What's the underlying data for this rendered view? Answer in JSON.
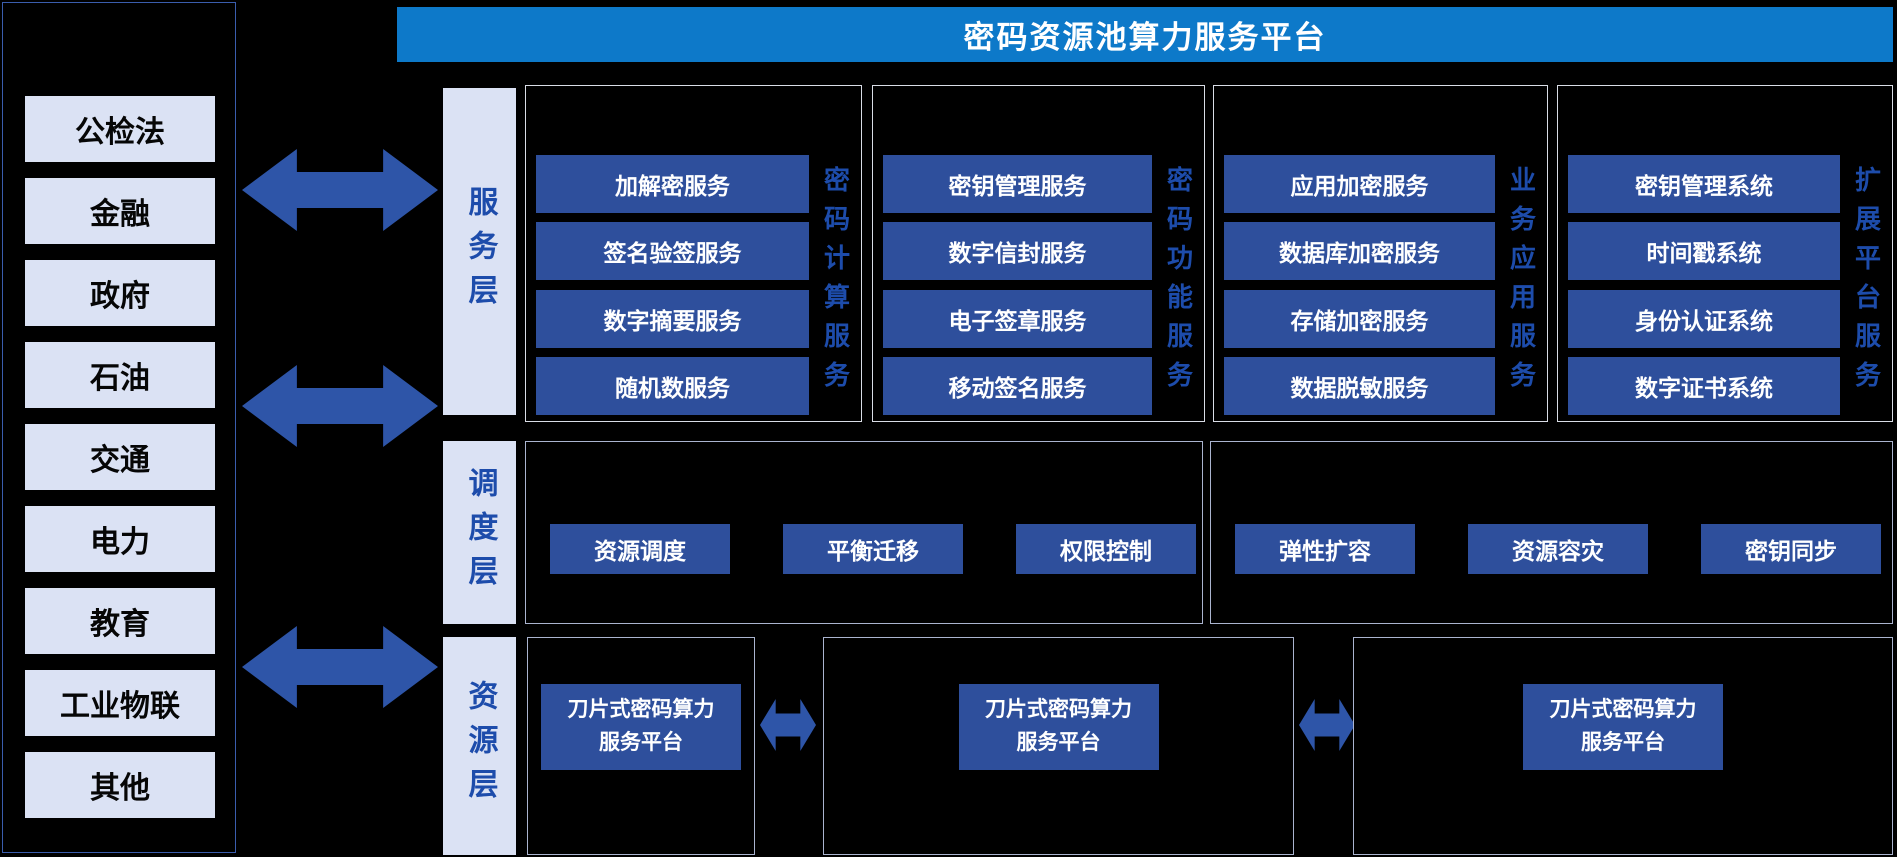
{
  "title": "密码资源池算力服务平台",
  "sidebar": {
    "items": [
      "公检法",
      "金融",
      "政府",
      "石油",
      "交通",
      "电力",
      "教育",
      "工业物联",
      "其他"
    ]
  },
  "service_layer": {
    "label": "服务层",
    "columns": [
      {
        "side_label": "密码计算服务",
        "items": [
          "加解密服务",
          "签名验签服务",
          "数字摘要服务",
          "随机数服务"
        ]
      },
      {
        "side_label": "密码功能服务",
        "items": [
          "密钥管理服务",
          "数字信封服务",
          "电子签章服务",
          "移动签名服务"
        ]
      },
      {
        "side_label": "业务应用服务",
        "items": [
          "应用加密服务",
          "数据库加密服务",
          "存储加密服务",
          "数据脱敏服务"
        ]
      },
      {
        "side_label": "扩展平台服务",
        "items": [
          "密钥管理系统",
          "时间戳系统",
          "身份认证系统",
          "数字证书系统"
        ]
      }
    ]
  },
  "scheduling_layer": {
    "label": "调度层",
    "groups": [
      [
        "资源调度",
        "平衡迁移",
        "权限控制"
      ],
      [
        "弹性扩容",
        "资源容灾",
        "密钥同步"
      ]
    ]
  },
  "resource_layer": {
    "label": "资源层",
    "nodes": [
      {
        "line1": "刀片式密码算力",
        "line2": "服务平台"
      },
      {
        "line1": "刀片式密码算力",
        "line2": "服务平台"
      },
      {
        "line1": "刀片式密码算力",
        "line2": "服务平台"
      }
    ]
  },
  "colors": {
    "header_blue": "#0d79c9",
    "button_blue": "#2e4f9c",
    "arrow_blue": "#2e55a8",
    "panel_lavender": "#dbe2f4",
    "label_blue": "#1d4cab"
  }
}
